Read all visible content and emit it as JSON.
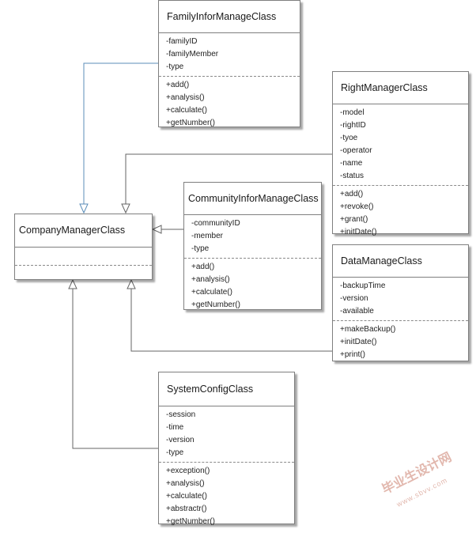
{
  "classes": {
    "family": {
      "name": "FamilyInforManageClass",
      "attributes": [
        "-familyID",
        "-familyMember",
        "-type"
      ],
      "methods": [
        "+add()",
        "+analysis()",
        "+calculate()",
        "+getNumber()"
      ]
    },
    "right": {
      "name": "RightManagerClass",
      "attributes": [
        "-model",
        "-rightID",
        "-tyoe",
        "-operator",
        "-name",
        "-status"
      ],
      "methods": [
        "+add()",
        "+revoke()",
        "+grant()",
        "+initDate()"
      ]
    },
    "company": {
      "name": "CompanyManagerClass"
    },
    "community": {
      "name": "CommunityInforManageClass",
      "attributes": [
        "-communityID",
        "-member",
        "-type"
      ],
      "methods": [
        "+add()",
        "+analysis()",
        "+calculate()",
        "+getNumber()"
      ]
    },
    "data": {
      "name": "DataManageClass",
      "attributes": [
        "-backupTime",
        "-version",
        "-available"
      ],
      "methods": [
        "+makeBackup()",
        "+initDate()",
        "+print()"
      ]
    },
    "system": {
      "name": "SystemConfigClass",
      "attributes": [
        "-session",
        "-time",
        "-version",
        "-type"
      ],
      "methods": [
        "+exception()",
        "+analysis()",
        "+calculate()",
        "+abstractr()",
        "+getNumber()"
      ]
    }
  },
  "colors": {
    "border": "#7f7f7f",
    "line_blue": "#5b8db8",
    "line_gray": "#666666",
    "watermark": "#e2b8ae"
  },
  "watermark": {
    "text": "毕业生设计网",
    "url": "www.sbvv.com"
  }
}
